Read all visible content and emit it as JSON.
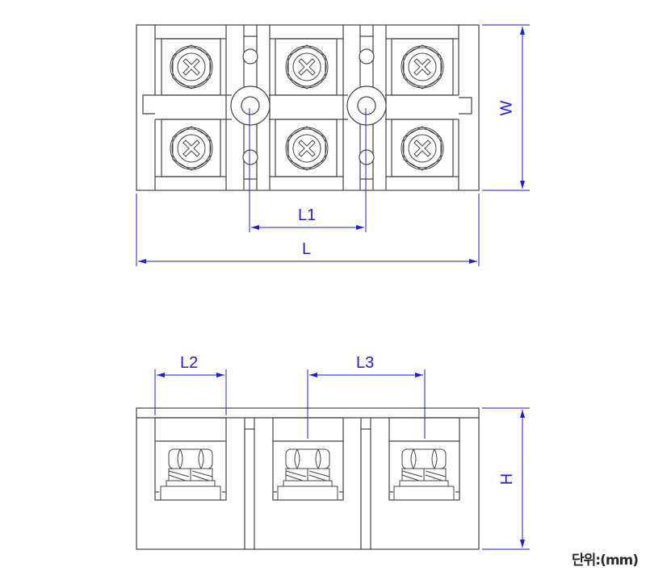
{
  "drawing": {
    "title": "3-pole terminal block dimension drawing",
    "views": [
      "top-view",
      "front-view"
    ],
    "poles": 3,
    "colors": {
      "outline": "#3c3c3c",
      "dimension": "#1f1fd6",
      "background": "#ffffff"
    }
  },
  "dimensions": {
    "W": "W",
    "L": "L",
    "L1": "L1",
    "L2": "L2",
    "L3": "L3",
    "H": "H"
  },
  "unit_label": "단위:(mm)"
}
